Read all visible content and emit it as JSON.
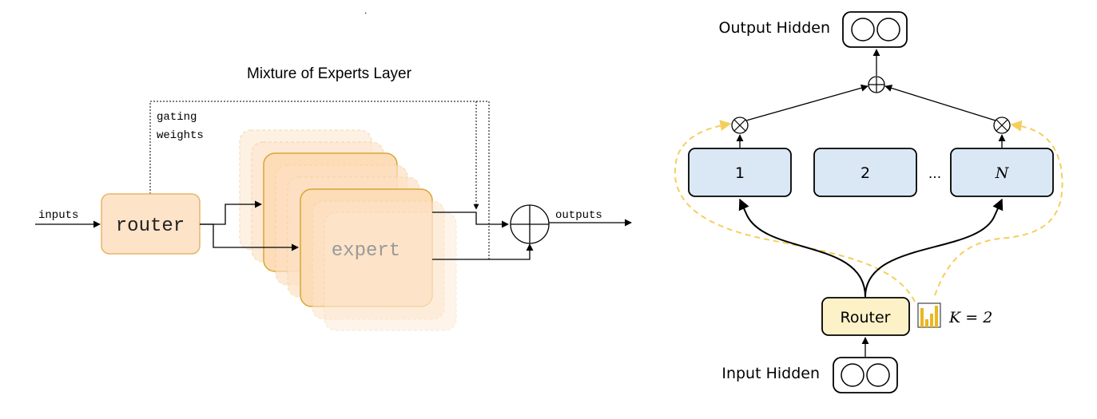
{
  "left_diagram": {
    "title": "Mixture of Experts Layer",
    "inputs_label": "inputs",
    "router_label": "router",
    "gating_label_line1": "gating",
    "gating_label_line2": "weights",
    "expert_label": "expert",
    "outputs_label": "outputs",
    "colors": {
      "router_fill": "#fde3c8",
      "router_stroke": "#e8b46a",
      "expert_fill": "#fddcb8",
      "expert_stroke": "#d9a532",
      "expert_text": "#9a9a9a"
    }
  },
  "right_diagram": {
    "output_hidden_label": "Output Hidden",
    "input_hidden_label": "Input Hidden",
    "router_label": "Router",
    "experts": [
      {
        "label": "1"
      },
      {
        "label": "2"
      },
      {
        "label": "N"
      }
    ],
    "ellipsis": "...",
    "k_label": "K = 2",
    "colors": {
      "expert_fill": "#dae8f5",
      "router_fill": "#fdf1c8",
      "dashed_path": "#f5cf5a",
      "histogram": "#e9b820"
    }
  },
  "stray_dot": "."
}
